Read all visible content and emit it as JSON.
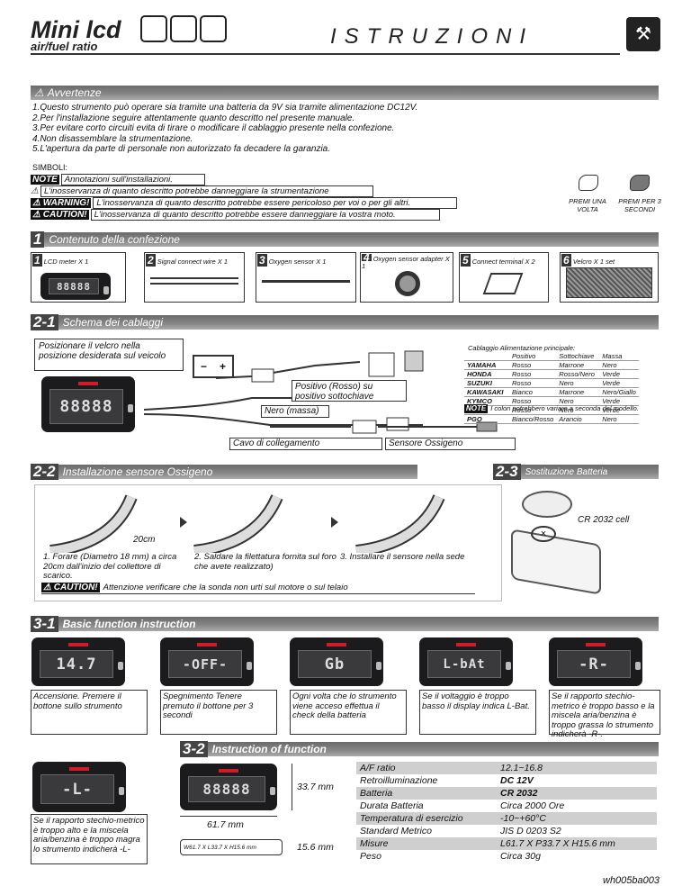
{
  "header": {
    "title_main": "Mini lcd",
    "title_sub": "air/fuel ratio",
    "istruzioni": "ISTRUZIONI"
  },
  "warnings": {
    "title": "Avvertenze",
    "items": [
      "1.Questo strumento può operare sia tramite una batteria da 9V sia tramite alimentazione DC12V.",
      "2.Per l'installazione seguire attentamente quanto descritto nel presente manuale.",
      "3.Per evitare corto circuiti evita di tirare o modificare il cablaggio presente nella confezione.",
      "4.Non disassemblare la strumentazione.",
      "5.L'apertura da parte di personale non autorizzato fa decadere la garanzia."
    ]
  },
  "symbols": {
    "label": "SIMBOLI:",
    "note_tag": "NOTE",
    "note": "Annotazioni sull'installazioni.",
    "tri": "L'inosservanza di quanto descritto potrebbe danneggiare la strumentazione",
    "warning_tag": "WARNING!",
    "warning": "L'inosservanza di quanto descritto potrebbe essere pericoloso per voi o per gli altri.",
    "caution_tag": "CAUTION!",
    "caution": "L'inosservanza di quanto descritto potrebbe essere danneggiare la vostra moto.",
    "premi_once": "PREMI UNA VOLTA",
    "premi_3s": "PREMI PER 3 SECONDI"
  },
  "sec1": {
    "num": "1",
    "title": "Contenuto della confezione",
    "items": [
      {
        "n": "1",
        "label": "LCD meter X 1"
      },
      {
        "n": "2",
        "label": "Signal connect wire X 1"
      },
      {
        "n": "3",
        "label": "Oxygen sensor X 1"
      },
      {
        "n": "4",
        "label": "Oxygen sensor adapter X 1"
      },
      {
        "n": "5",
        "label": "Connect terminal X 2"
      },
      {
        "n": "6",
        "label": "Velcro X 1 set"
      }
    ]
  },
  "sec21": {
    "num": "2-1",
    "title": "Schema dei cablaggi",
    "velcro": "Posizionare il velcro nella posizione desiderata sul veicolo",
    "positivo": "Positivo (Rosso) su positivo sottochiave",
    "nero": "Nero (massa)",
    "cavo": "Cavo di collegamento",
    "sensore": "Sensore Ossigeno",
    "table_title": "Cablaggio Alimentazione principale:",
    "table_head": [
      "",
      "Positivo",
      "Sottochiave",
      "Massa"
    ],
    "table_rows": [
      [
        "YAMAHA",
        "Rosso",
        "Marrone",
        "Nero"
      ],
      [
        "HONDA",
        "Rosso",
        "Rosso/Nero",
        "Verde"
      ],
      [
        "SUZUKI",
        "Rosso",
        "Nero",
        "Verde"
      ],
      [
        "KAWASAKI",
        "Bianco",
        "Marrone",
        "Nero/Giallo"
      ],
      [
        "KYMCO",
        "Rosso",
        "Nero",
        "Verde"
      ],
      [
        "SYM",
        "Rosso",
        "Nero",
        "Verde"
      ],
      [
        "PGO",
        "Bianco/Rosso",
        "Arancio",
        "Nero"
      ]
    ],
    "note_tag": "NOTE",
    "note": "I colori potrebbero variare a seconda del modello."
  },
  "sec22": {
    "num": "2-2",
    "title": "Installazione sensore Ossigeno",
    "dim": "20cm",
    "step1": "1. Forare (Diametro 18 mm) a circa 20cm dall'inizio del collettore di scarico.",
    "step2": "2. Saldare la filettatura fornita sul foro che avete realizzato)",
    "step3": "3. Installare il sensore nella sede",
    "caution_tag": "CAUTION!",
    "caution": "Attenzione verificare che la sonda non urti sul motore o sul telaio"
  },
  "sec23": {
    "num": "2-3",
    "title": "Sostituzione Batteria",
    "cell": "CR 2032 cell"
  },
  "sec31": {
    "num": "3-1",
    "title": "Basic function instruction",
    "displays": [
      "14.7",
      "-OFF-",
      "Gb",
      "L-bAt",
      "-R-"
    ],
    "captions": [
      "Accensione. Premere il bottone sullo strumento",
      "Spegnimento Tenere premuto il bottone per 3 secondi",
      "Ogni volta che lo strumento viene acceso effettua il check della batteria",
      "Se il voltaggio è troppo basso il display indica L-Bat.",
      "Se il rapporto stechio-metrico è troppo basso e la miscela aria/benzina è troppo grassa lo strumento indicherà -R-."
    ]
  },
  "sec32": {
    "num": "3-2",
    "title": "Instruction of function",
    "display": "-L-",
    "caption": "Se il rapporto stechio-metrico è troppo alto e la miscela aria/benzina è troppo magra lo strumento indicherà -L-",
    "h": "33.7 mm",
    "w": "61.7 mm",
    "d": "15.6 mm",
    "side_label": "W61.7 X L33.7 X H15.6 mm",
    "specs": [
      [
        "A/F ratio",
        "12.1~16.8"
      ],
      [
        "Retroilluminazione",
        "DC 12V"
      ],
      [
        "Batteria",
        "CR 2032"
      ],
      [
        "Durata Batteria",
        "Circa 2000 Ore"
      ],
      [
        "Temperatura di esercizio",
        "-10~+60°C"
      ],
      [
        "Standard Metrico",
        "JIS D 0203 S2"
      ],
      [
        "Misure",
        "L61.7 X P33.7 X H15.6 mm"
      ],
      [
        "Peso",
        "Circa 30g"
      ]
    ]
  },
  "footer": {
    "code": "wh005ba003"
  }
}
